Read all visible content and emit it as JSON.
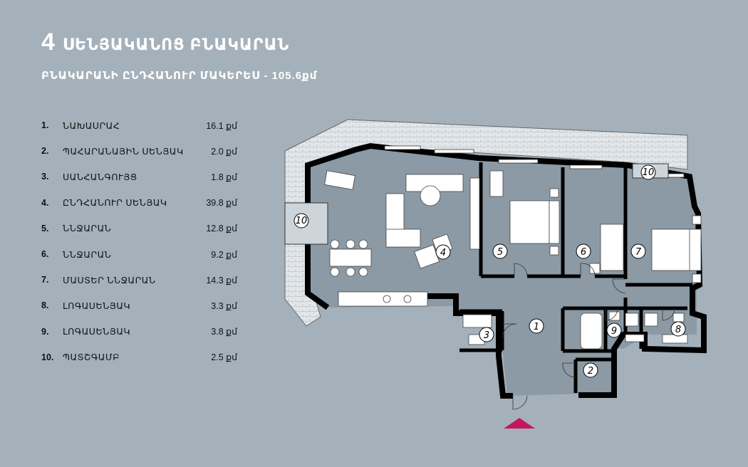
{
  "header": {
    "number": "4",
    "title": "ՍԵՆՅԱԿԱՆՈՑ ԲՆԱԿԱՐԱՆ",
    "subtitle": "ԲՆԱԿԱՐԱՆԻ ԸՆԴՀԱՆՈՒՐ ՄԱԿԵՐԵՍ - 105.6քմ"
  },
  "rooms": [
    {
      "n": "1.",
      "name": "ՆԱԽԱՍՐԱՀ",
      "area": "16.1 քմ"
    },
    {
      "n": "2.",
      "name": "ՊԱՀԱՐԱՆԱՅԻՆ ՍԵՆՅԱԿ",
      "area": "2.0 քմ"
    },
    {
      "n": "3.",
      "name": "ՍԱՆՀԱՆԳՈՒՅՑ",
      "area": "1.8 քմ"
    },
    {
      "n": "4.",
      "name": "ԸՆԴՀԱՆՈՒՐ ՍԵՆՅԱԿ",
      "area": "39.8 քմ"
    },
    {
      "n": "5.",
      "name": "ՆՆՋԱՐԱՆ",
      "area": "12.8 քմ"
    },
    {
      "n": "6.",
      "name": "ՆՆՋԱՐԱՆ",
      "area": "9.2 քմ"
    },
    {
      "n": "7.",
      "name": "ՄԱՍՏԵՐ ՆՆՋԱՐԱՆ",
      "area": "14.3 քմ"
    },
    {
      "n": "8.",
      "name": "ԼՈԳԱՍԵՆՅԱԿ",
      "area": "3.3 քմ"
    },
    {
      "n": "9.",
      "name": "ԼՈԳԱՍԵՆՅԱԿ",
      "area": "3.8 քմ"
    },
    {
      "n": "10.",
      "name": "ՊԱՏՇԳԱՄԲ",
      "area": "2.5 քմ"
    }
  ],
  "plan_labels": {
    "r1": "1",
    "r2": "2",
    "r3": "3",
    "r4": "4",
    "r5": "5",
    "r6": "6",
    "r7": "7",
    "r8": "8",
    "r9": "9",
    "r10a": "10",
    "r10b": "10"
  },
  "colors": {
    "background": "#a4b1bb",
    "floor": "#8b9aa5",
    "wall": "#000000",
    "entrance": "#c2185b"
  }
}
